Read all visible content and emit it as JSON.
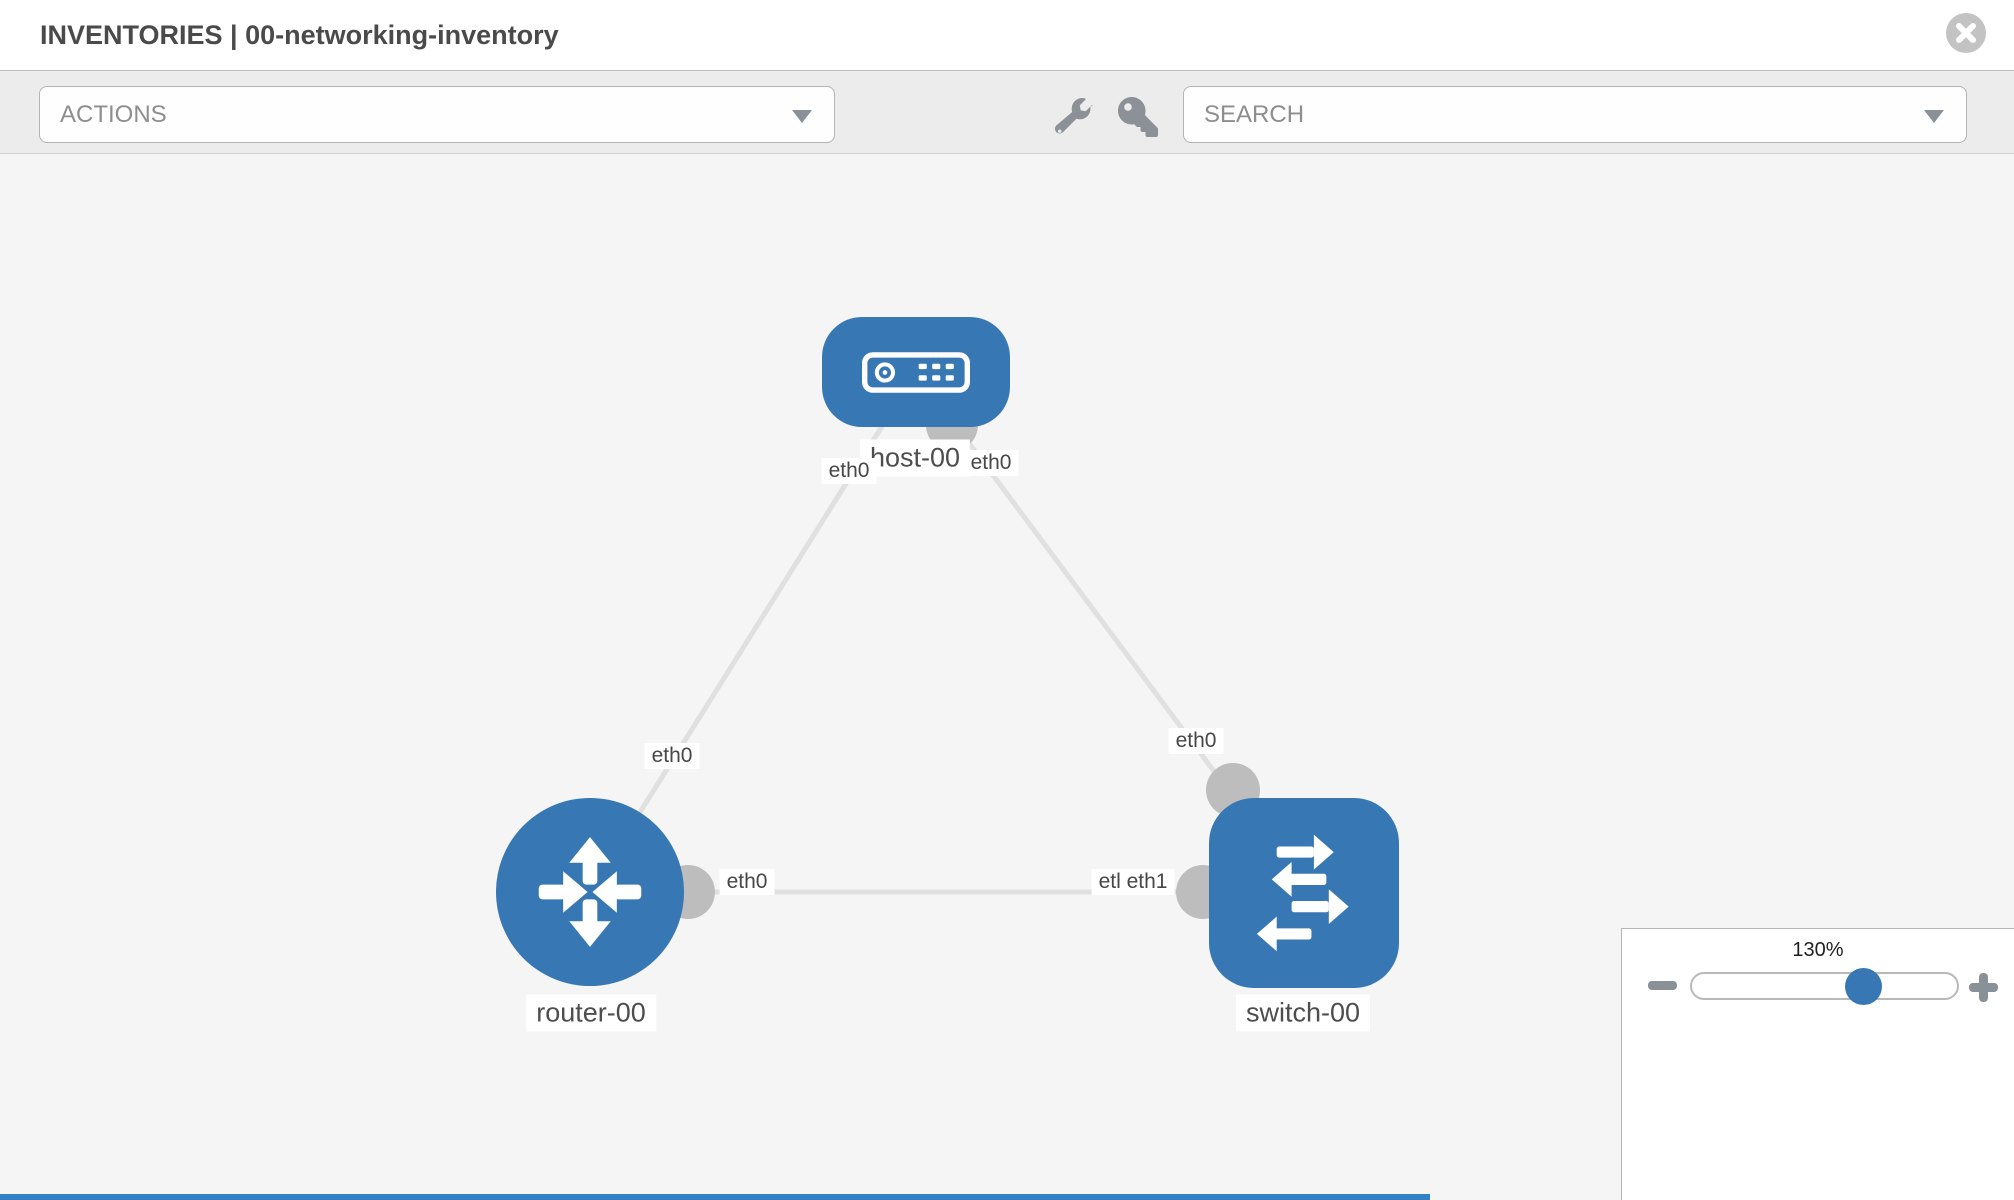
{
  "header": {
    "title": "INVENTORIES | 00-networking-inventory"
  },
  "toolbar": {
    "actions_label": "ACTIONS",
    "search_label": "SEARCH",
    "icons": [
      "wrench-icon",
      "key-icon"
    ]
  },
  "diagram": {
    "nodes": {
      "host": {
        "label": "host-00",
        "type": "host"
      },
      "router": {
        "label": "router-00",
        "type": "router"
      },
      "switch": {
        "label": "switch-00",
        "type": "switch"
      }
    },
    "ports": {
      "router_uplink": "eth0",
      "host_left": "eth0",
      "host_right": "eth0",
      "switch_uplink": "eth0",
      "router_right": "eth0",
      "switch_left_under": "eth0",
      "switch_left": "eth1"
    },
    "links": [
      {
        "from": "router-00",
        "from_port": "eth0",
        "to": "host-00",
        "to_port": "eth0"
      },
      {
        "from": "host-00",
        "from_port": "eth0",
        "to": "switch-00",
        "to_port": "eth0"
      },
      {
        "from": "router-00",
        "from_port": "eth0",
        "to": "switch-00",
        "to_port": "eth1"
      }
    ]
  },
  "zoom": {
    "level": "130%"
  },
  "colors": {
    "node_blue": "#3778b4",
    "link_gray": "#e0e0e0",
    "connector_gray": "#bdbdbd",
    "accent_blue": "#3380c2"
  }
}
